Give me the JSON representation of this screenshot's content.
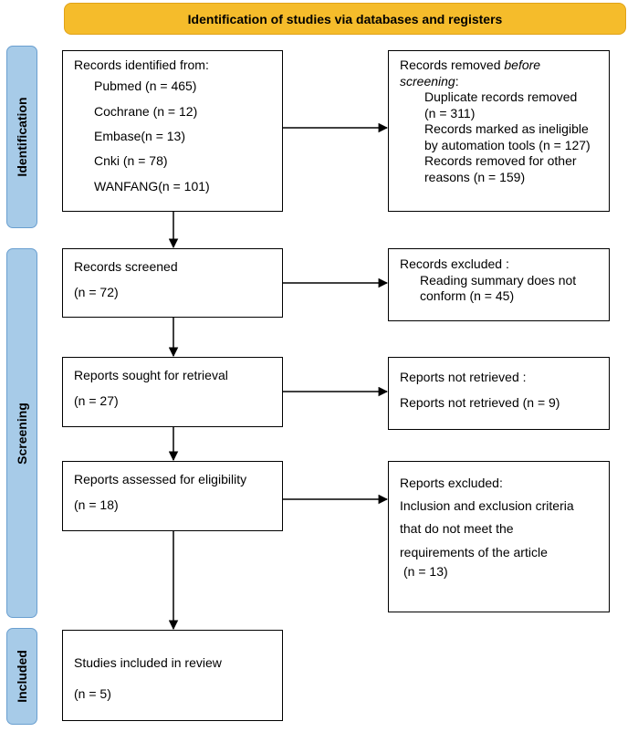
{
  "header": {
    "title": "Identification of studies via databases and registers"
  },
  "phases": {
    "identification": "Identification",
    "screening": "Screening",
    "included": "Included"
  },
  "identified": {
    "title": "Records identified from:",
    "sources": [
      "Pubmed (n = 465)",
      "Cochrane (n = 12)",
      "Embase(n = 13)",
      "Cnki (n = 78)",
      "WANFANG(n = 101)"
    ]
  },
  "removed": {
    "title_pre": "Records removed ",
    "title_em": "before",
    "title_line2": "screening",
    "title_colon": ":",
    "lines": [
      "Duplicate records removed",
      "(n = 311)",
      "Records marked as ineligible",
      "by automation tools (n = 127)",
      "Records removed for other",
      "reasons (n = 159)"
    ]
  },
  "screened": {
    "title": "Records screened",
    "count": "(n = 72)"
  },
  "excluded": {
    "title": "Records excluded :",
    "lines": [
      "Reading summary does not",
      "conform (n = 45)"
    ]
  },
  "sought": {
    "title": "Reports sought for retrieval",
    "count": "(n = 27)"
  },
  "not_retrieved": {
    "title": "Reports not retrieved :",
    "line": "Reports not retrieved (n = 9)"
  },
  "assessed": {
    "title": "Reports assessed for eligibility",
    "count": "(n = 18)"
  },
  "reports_excluded": {
    "title": "Reports excluded:",
    "lines": [
      "Inclusion and exclusion criteria",
      "that do not meet the",
      "requirements of the article"
    ],
    "count": "(n = 13)"
  },
  "included": {
    "title": "Studies included in review",
    "count": "(n = 5)"
  }
}
